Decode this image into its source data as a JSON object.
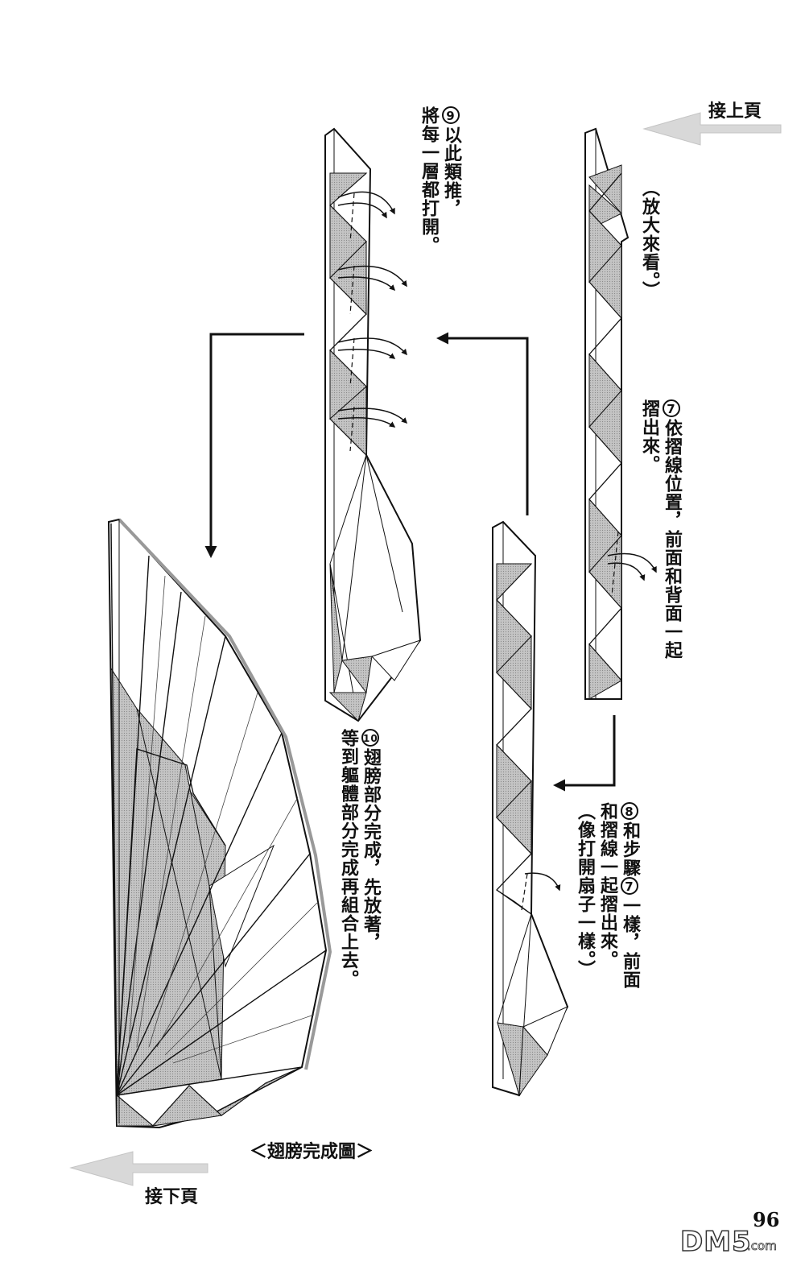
{
  "nav": {
    "prev_page": "接上頁",
    "next_page": "接下頁"
  },
  "steps": {
    "step7": {
      "number": "7",
      "zoom_note": "（放大來看。）",
      "line1": "依摺線位置，",
      "line2": "前面和背面一起",
      "line3": "摺出來。"
    },
    "step8": {
      "number": "8",
      "line1": "和步驟",
      "ref": "7",
      "line1_end": "一樣，前面",
      "line2": "和摺線一起摺出來。",
      "line3": "（像打開扇子一樣。）"
    },
    "step9": {
      "number": "9",
      "line1": "以此類推，",
      "line2": "將每一層都打開。"
    },
    "step10": {
      "number": "10",
      "line1": "翅膀部分完成，先放著，",
      "line2": "等到軀體部分完成再組合上去。"
    }
  },
  "caption": "＜翅膀完成圖＞",
  "page_number": "96",
  "watermark": "DM5.com",
  "colors": {
    "line": "#111111",
    "shade": "#bdbdbd",
    "arrow_gray": "#d4d4d4"
  }
}
